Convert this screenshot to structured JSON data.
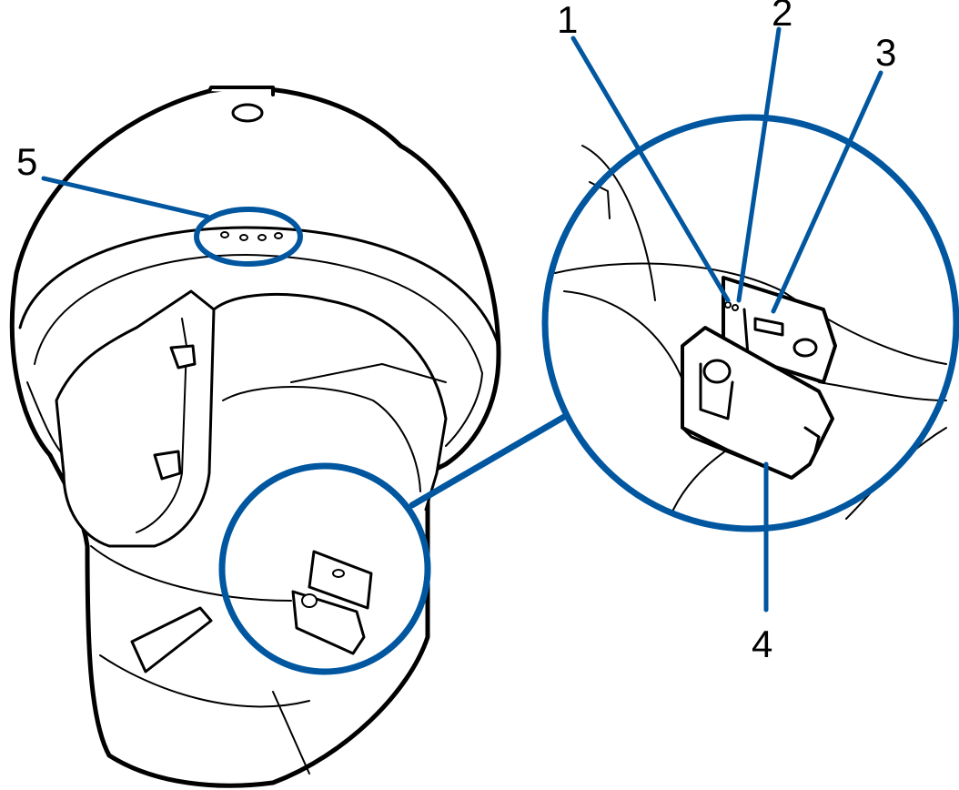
{
  "callouts": [
    {
      "label": "1"
    },
    {
      "label": "2"
    },
    {
      "label": "3"
    },
    {
      "label": "4"
    },
    {
      "label": "5"
    }
  ],
  "colors": {
    "callout": "#0057A0",
    "outline": "#000000",
    "background": "#ffffff"
  }
}
